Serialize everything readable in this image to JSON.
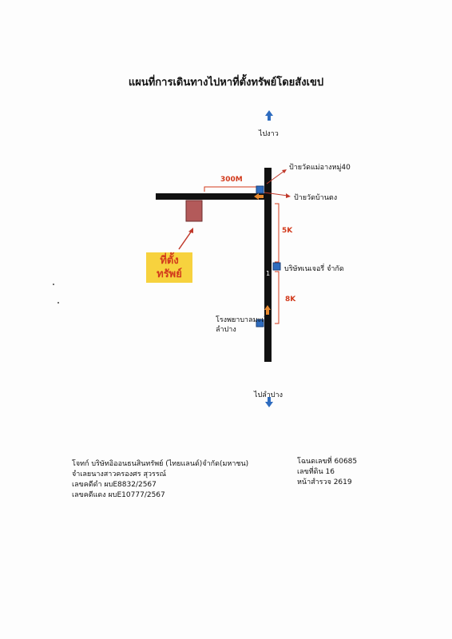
{
  "title": "แผนที่การเดินทางไปหาที่ตั้งทรัพย์โดยสังเขป",
  "map": {
    "north_label": "ไปงาว",
    "south_label": "ไปลำปาง",
    "distance_top": "300M",
    "distance_mid": "5K",
    "distance_low": "8K",
    "landmarks": {
      "sign_temple_maeang": "ป้ายวัดแม่อางหมู่40",
      "sign_temple_bantong": "ป้ายวัดบ้านตง",
      "company": "บริษัทเนเจอรี่ จำกัด",
      "hospital_line1": "โรงพยาบาลมะเร็ง",
      "hospital_line2": "ลำปาง"
    },
    "km_marker": "1",
    "property_label_line1": "ที่ตั้ง",
    "property_label_line2": "ทรัพย์",
    "colors": {
      "road": "#111111",
      "marker": "#2e6cbf",
      "property": "#b35a5a",
      "label_bg": "#f7d23e",
      "distance": "#d23a1c",
      "arrow_north": "#2e6cbf",
      "arrow_orange": "#e8892e"
    }
  },
  "footer_left": {
    "line1": "โจทก์ บริษัทอิออนธนสินทรัพย์ (ไทยแลนด์)จำกัด(มหาชน)",
    "line2": "จำเลยนางสาวครองศร สุวรรณ์",
    "line3": "เลขคดีดำ ผบE8832/2567",
    "line4": "เลขคดีแดง ผบE10777/2567"
  },
  "footer_right": {
    "line1": "โฉนดเลขที่ 60685",
    "line2": "เลขที่ดิน 16",
    "line3": "หน้าสำรวจ 2619"
  }
}
